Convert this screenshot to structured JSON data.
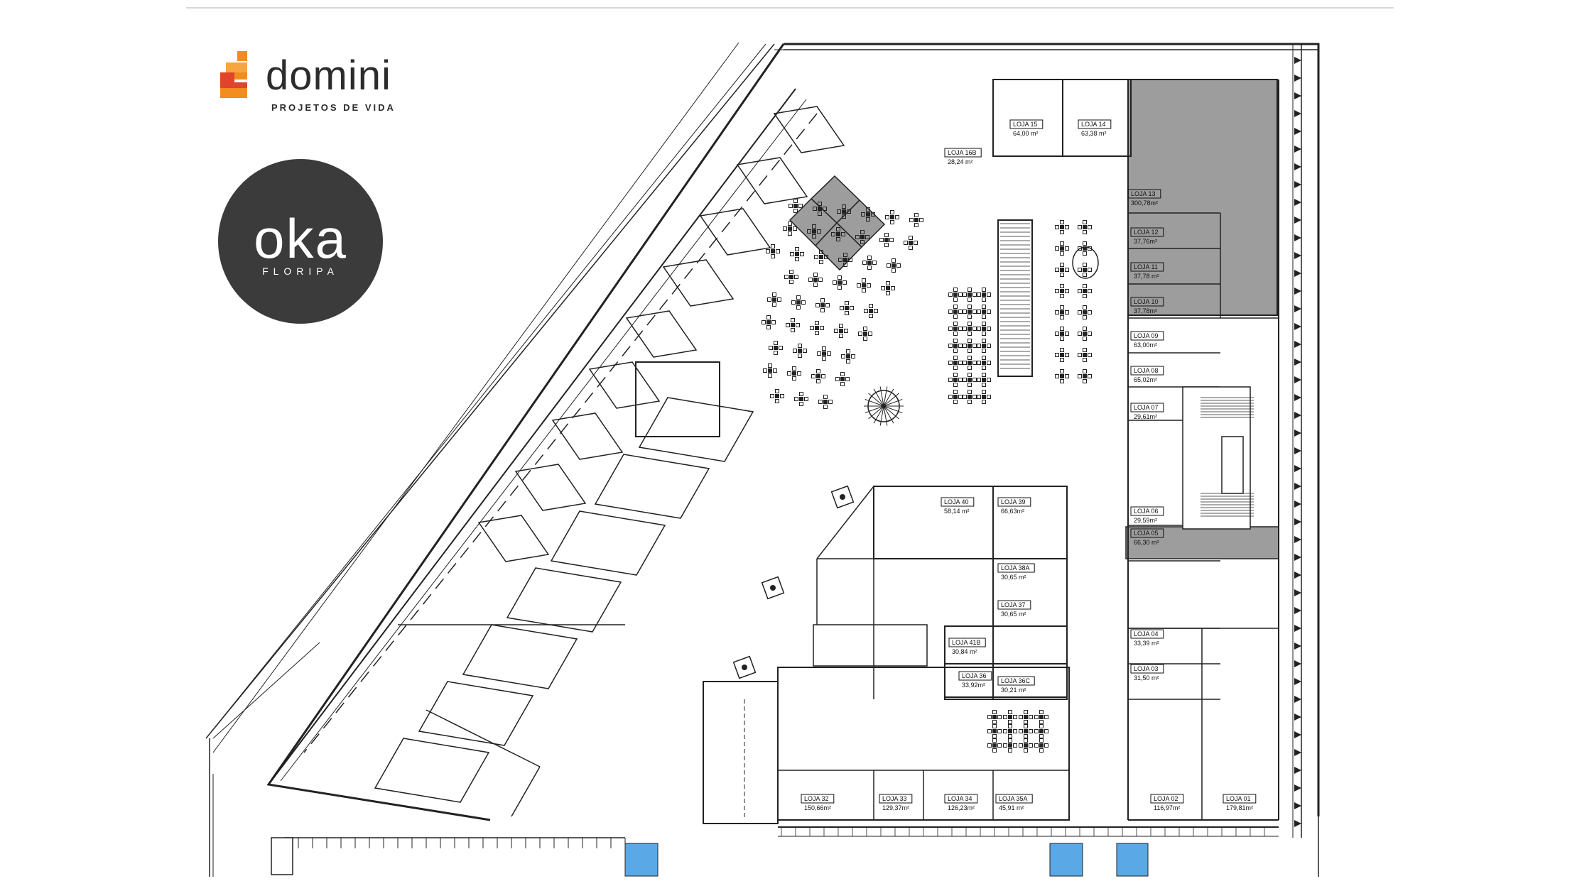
{
  "brand": {
    "domini_name": "domini",
    "domini_tagline": "PROJETOS DE VIDA",
    "oka_name": "oka",
    "oka_city": "FLORIPA",
    "colors": {
      "orange": "#f28c1e",
      "red": "#e0452b",
      "dark": "#3b3b3b",
      "grey_store": "#9d9d9d",
      "blue": "#5aa9e6"
    }
  },
  "stores": [
    {
      "label": "LOJA 15",
      "area": "64,00 m²"
    },
    {
      "label": "LOJA 14",
      "area": "63,38 m²"
    },
    {
      "label": "LOJA 16B",
      "area": "28,24 m²"
    },
    {
      "label": "LOJA 13",
      "area": "300,78m²"
    },
    {
      "label": "LOJA 12",
      "area": "37,76m²"
    },
    {
      "label": "LOJA 11",
      "area": "37,78 m²"
    },
    {
      "label": "LOJA 10",
      "area": "37,78m²"
    },
    {
      "label": "LOJA 09",
      "area": "63,00m²"
    },
    {
      "label": "LOJA 08",
      "area": "65,02m²"
    },
    {
      "label": "LOJA 07",
      "area": "29,61m²"
    },
    {
      "label": "LOJA 06",
      "area": "29,59m²"
    },
    {
      "label": "LOJA 05",
      "area": "66,30 m²"
    },
    {
      "label": "LOJA 04",
      "area": "33,39 m²"
    },
    {
      "label": "LOJA 03",
      "area": "31,50 m²"
    },
    {
      "label": "LOJA 02",
      "area": "116,97m²"
    },
    {
      "label": "LOJA 01",
      "area": "179,81m²"
    },
    {
      "label": "LOJA 40",
      "area": "58,14 m²"
    },
    {
      "label": "LOJA 39",
      "area": "66,63m²"
    },
    {
      "label": "LOJA 38A",
      "area": "30,65 m²"
    },
    {
      "label": "LOJA 37",
      "area": "30,65 m²"
    },
    {
      "label": "LOJA 41B",
      "area": "30,84 m²"
    },
    {
      "label": "LOJA 36",
      "area": "33,92m²"
    },
    {
      "label": "LOJA 36C",
      "area": "30,21 m²"
    },
    {
      "label": "LOJA 32",
      "area": "150,66m²"
    },
    {
      "label": "LOJA 33",
      "area": "129,37m²"
    },
    {
      "label": "LOJA 34",
      "area": "126,23m²"
    },
    {
      "label": "LOJA 35A",
      "area": "45,91 m²"
    }
  ]
}
